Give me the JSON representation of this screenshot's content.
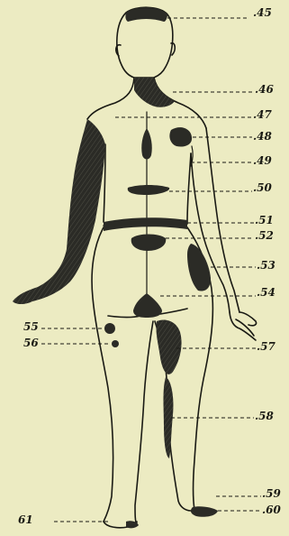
{
  "diagram": {
    "labels": [
      {
        "id": "45",
        "text": ".45"
      },
      {
        "id": "46",
        "text": ".46"
      },
      {
        "id": "47",
        "text": ".47"
      },
      {
        "id": "48",
        "text": ".48"
      },
      {
        "id": "49",
        "text": ".49"
      },
      {
        "id": "50",
        "text": ".50"
      },
      {
        "id": "51",
        "text": ".51"
      },
      {
        "id": "52",
        "text": ".52"
      },
      {
        "id": "53",
        "text": ".53"
      },
      {
        "id": "54",
        "text": ".54"
      },
      {
        "id": "55",
        "text": "55"
      },
      {
        "id": "56",
        "text": "56"
      },
      {
        "id": "57",
        "text": ".57"
      },
      {
        "id": "58",
        "text": ".58"
      },
      {
        "id": "59",
        "text": ".59"
      },
      {
        "id": "60",
        "text": ".60"
      },
      {
        "id": "61",
        "text": "61"
      }
    ],
    "colors": {
      "background": "#ecebc2",
      "ink": "#1a1a14",
      "shading": "#2b2b26"
    }
  }
}
